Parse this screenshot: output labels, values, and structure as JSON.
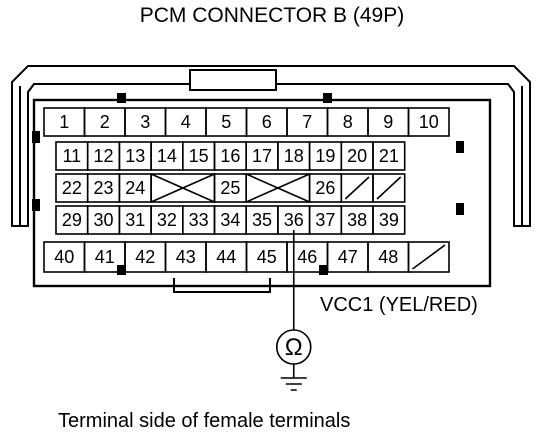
{
  "title": "PCM CONNECTOR B (49P)",
  "caption": "Terminal side of female terminals",
  "probe_label": "VCC1 (YEL/RED)",
  "meter_symbol": "Ω",
  "probed_terminal": "36",
  "terminals": {
    "row1": [
      "1",
      "2",
      "3",
      "4",
      "5",
      "6",
      "7",
      "8",
      "9",
      "10"
    ],
    "row2": [
      "11",
      "12",
      "13",
      "14",
      "15",
      "16",
      "17",
      "18",
      "19",
      "20",
      "21"
    ],
    "row3": [
      "22",
      "23",
      "24",
      "25",
      "26"
    ],
    "row4": [
      "29",
      "30",
      "31",
      "32",
      "33",
      "34",
      "35",
      "36",
      "37",
      "38",
      "39"
    ],
    "row5": [
      "40",
      "41",
      "42",
      "43",
      "44",
      "45",
      "46",
      "47",
      "48"
    ]
  }
}
